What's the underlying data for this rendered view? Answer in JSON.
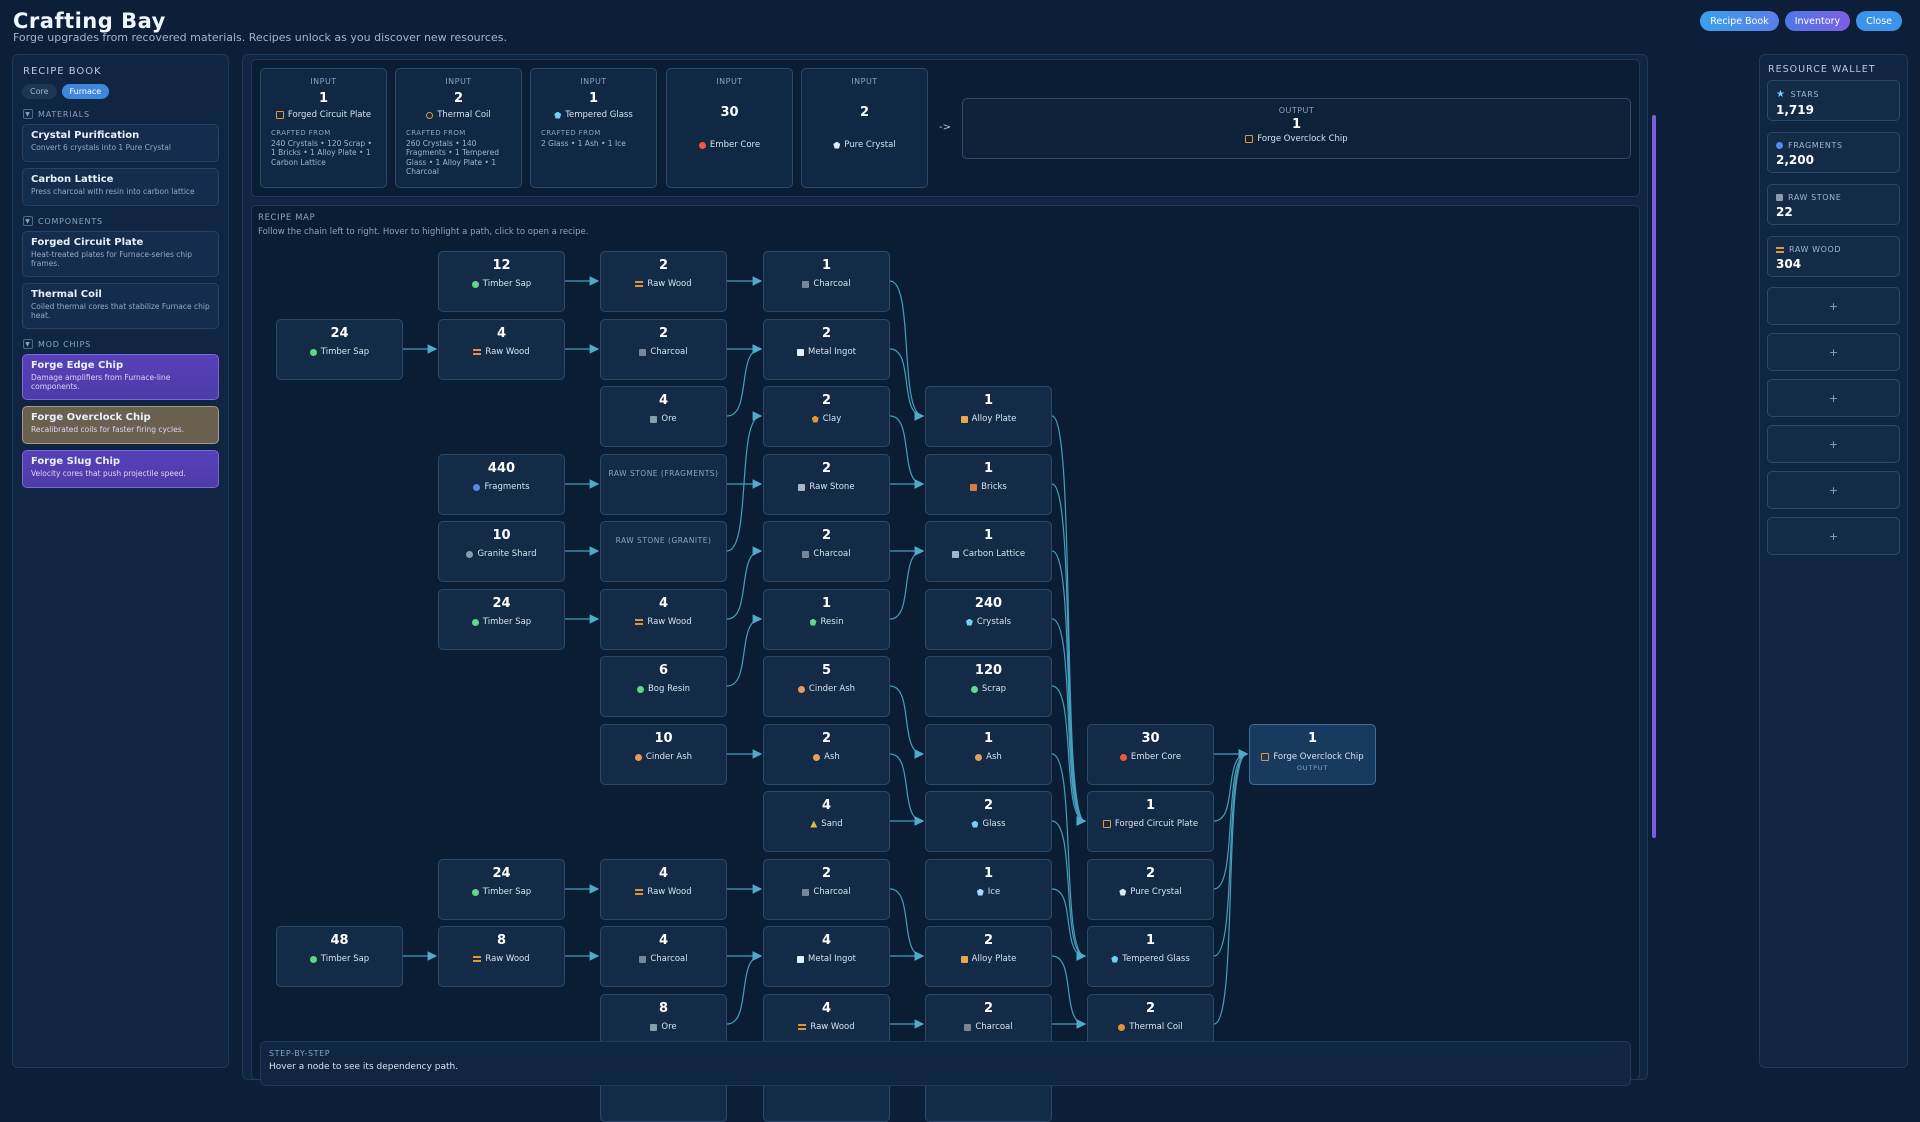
{
  "header": {
    "title": "Crafting Bay",
    "subtitle": "Forge upgrades from recovered materials. Recipes unlock as you discover new resources.",
    "buttons": [
      "Recipe Book",
      "Inventory",
      "Close"
    ]
  },
  "recipe_book": {
    "title": "RECIPE BOOK",
    "tabs": [
      "Core",
      "Furnace"
    ],
    "sections": [
      {
        "label": "MATERIALS",
        "items": [
          {
            "name": "Crystal Purification",
            "desc": "Convert 6 crystals into 1 Pure Crystal"
          },
          {
            "name": "Carbon Lattice",
            "desc": "Press charcoal with resin into carbon lattice"
          }
        ]
      },
      {
        "label": "COMPONENTS",
        "items": [
          {
            "name": "Forged Circuit Plate",
            "desc": "Heat-treated plates for Furnace-series chip frames."
          },
          {
            "name": "Thermal Coil",
            "desc": "Coiled thermal cores that stabilize Furnace chip heat."
          }
        ]
      },
      {
        "label": "MOD CHIPS",
        "items": [
          {
            "name": "Forge Edge Chip",
            "desc": "Damage amplifiers from Furnace-line components."
          },
          {
            "name": "Forge Overclock Chip",
            "desc": "Recalibrated coils for faster firing cycles."
          },
          {
            "name": "Forge Slug Chip",
            "desc": "Velocity cores that push projectile speed."
          }
        ]
      }
    ]
  },
  "inputs": {
    "label": "INPUT",
    "crafted_label": "CRAFTED FROM",
    "arrow": "->",
    "items": [
      {
        "qty": "1",
        "name": "Forged Circuit Plate",
        "from": "240 Crystals • 120 Scrap • 1 Bricks • 1 Alloy Plate • 1 Carbon Lattice"
      },
      {
        "qty": "2",
        "name": "Thermal Coil",
        "from": "260 Crystals • 140 Fragments • 1 Tempered Glass • 1 Alloy Plate • 1 Charcoal"
      },
      {
        "qty": "1",
        "name": "Tempered Glass",
        "from": "2 Glass • 1 Ash • 1 Ice"
      },
      {
        "qty": "30",
        "name": "Ember Core",
        "from": ""
      },
      {
        "qty": "2",
        "name": "Pure Crystal",
        "from": ""
      }
    ],
    "output": {
      "label": "OUTPUT",
      "qty": "1",
      "name": "Forge Overclock Chip"
    }
  },
  "map": {
    "title": "RECIPE MAP",
    "hint": "Follow the chain left to right. Hover to highlight a path, click to open a recipe."
  },
  "nodes": {
    "timber_sap_12": {
      "qty": "12",
      "name": "Timber Sap"
    },
    "raw_wood_2a": {
      "qty": "2",
      "name": "Raw Wood"
    },
    "charcoal_1a": {
      "qty": "1",
      "name": "Charcoal"
    },
    "timber_sap_24a": {
      "qty": "24",
      "name": "Timber Sap"
    },
    "raw_wood_4a": {
      "qty": "4",
      "name": "Raw Wood"
    },
    "charcoal_2a": {
      "qty": "2",
      "name": "Charcoal"
    },
    "metal_ingot_2": {
      "qty": "2",
      "name": "Metal Ingot"
    },
    "ore_4": {
      "qty": "4",
      "name": "Ore"
    },
    "clay_2": {
      "qty": "2",
      "name": "Clay"
    },
    "alloy_plate_1": {
      "qty": "1",
      "name": "Alloy Plate"
    },
    "fragments_440": {
      "qty": "440",
      "name": "Fragments"
    },
    "raw_stone_frag": {
      "title": "RAW STONE (FRAGMENTS)"
    },
    "raw_stone_2": {
      "qty": "2",
      "name": "Raw Stone"
    },
    "bricks_1": {
      "qty": "1",
      "name": "Bricks"
    },
    "granite_10": {
      "qty": "10",
      "name": "Granite Shard"
    },
    "raw_stone_gran": {
      "title": "RAW STONE (GRANITE)"
    },
    "charcoal_2b": {
      "qty": "2",
      "name": "Charcoal"
    },
    "carbon_lattice_1": {
      "qty": "1",
      "name": "Carbon Lattice"
    },
    "timber_sap_24b": {
      "qty": "24",
      "name": "Timber Sap"
    },
    "raw_wood_4b": {
      "qty": "4",
      "name": "Raw Wood"
    },
    "resin_1": {
      "qty": "1",
      "name": "Resin"
    },
    "crystals_240": {
      "qty": "240",
      "name": "Crystals"
    },
    "bog_resin_6": {
      "qty": "6",
      "name": "Bog Resin"
    },
    "cinder_ash_5": {
      "qty": "5",
      "name": "Cinder Ash"
    },
    "scrap_120": {
      "qty": "120",
      "name": "Scrap"
    },
    "cinder_ash_10": {
      "qty": "10",
      "name": "Cinder Ash"
    },
    "ash_2": {
      "qty": "2",
      "name": "Ash"
    },
    "ash_1": {
      "qty": "1",
      "name": "Ash"
    },
    "ember_core_30": {
      "qty": "30",
      "name": "Ember Core"
    },
    "output_chip": {
      "qty": "1",
      "name": "Forge Overclock Chip",
      "tag": "OUTPUT"
    },
    "sand_4": {
      "qty": "4",
      "name": "Sand"
    },
    "glass_2": {
      "qty": "2",
      "name": "Glass"
    },
    "forged_plate_1": {
      "qty": "1",
      "name": "Forged Circuit Plate"
    },
    "timber_sap_24c": {
      "qty": "24",
      "name": "Timber Sap"
    },
    "raw_wood_4c": {
      "qty": "4",
      "name": "Raw Wood"
    },
    "charcoal_2c": {
      "qty": "2",
      "name": "Charcoal"
    },
    "ice_1": {
      "qty": "1",
      "name": "Ice"
    },
    "pure_crystal_2": {
      "qty": "2",
      "name": "Pure Crystal"
    },
    "timber_sap_48": {
      "qty": "48",
      "name": "Timber Sap"
    },
    "raw_wood_8": {
      "qty": "8",
      "name": "Raw Wood"
    },
    "charcoal_4": {
      "qty": "4",
      "name": "Charcoal"
    },
    "metal_ingot_4": {
      "qty": "4",
      "name": "Metal Ingot"
    },
    "alloy_plate_2": {
      "qty": "2",
      "name": "Alloy Plate"
    },
    "tempered_glass_1": {
      "qty": "1",
      "name": "Tempered Glass"
    },
    "ore_8": {
      "qty": "8",
      "name": "Ore"
    },
    "raw_wood_4d": {
      "qty": "4",
      "name": "Raw Wood"
    },
    "charcoal_2d": {
      "qty": "2",
      "name": "Charcoal"
    },
    "thermal_coil_2": {
      "qty": "2",
      "name": "Thermal Coil"
    },
    "partial_24": {
      "qty": "24"
    },
    "partial_2": {
      "qty": "2"
    },
    "partial_520": {
      "qty": "520"
    }
  },
  "step": {
    "label": "STEP-BY-STEP",
    "text": "Hover a node to see its dependency path."
  },
  "wallet": {
    "title": "RESOURCE WALLET",
    "items": [
      {
        "key": "STARS",
        "value": "1,719"
      },
      {
        "key": "FRAGMENTS",
        "value": "2,200"
      },
      {
        "key": "RAW STONE",
        "value": "22"
      },
      {
        "key": "RAW WOOD",
        "value": "304"
      }
    ],
    "slot_label": "+"
  },
  "colors": {
    "accent": "#5bc4e0",
    "purple": "#7b5fe2",
    "bg": "#0d1f38"
  }
}
